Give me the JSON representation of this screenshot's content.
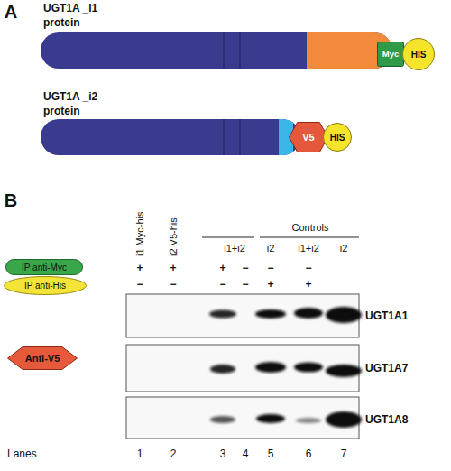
{
  "diagram": {
    "nodes": [
      {
        "text": [
          "UGT1A _i1 protein"
        ]
      },
      {
        "text": [
          "Myc"
        ]
      },
      {
        "text": [
          "HIS"
        ]
      },
      {
        "text": [
          "UGT1A _i2 protein"
        ]
      },
      {
        "text": [
          "V5"
        ]
      },
      {
        "text": [
          "HIS"
        ]
      },
      {
        "text": [
          "IP anti-Myc"
        ]
      },
      {
        "text": [
          "IP anti-His"
        ]
      },
      {
        "text": [
          "Anti-V5"
        ]
      }
    ],
    "labels": [
      "A",
      "B",
      "i1 Myc-his",
      "i2 V5-his",
      "Controls",
      "i1+i2",
      "i2",
      "i1+i2",
      "i2",
      "+",
      "+",
      "+",
      "−",
      "−",
      "−",
      "−",
      "−",
      "−",
      "−",
      "+",
      "+",
      "UGT1A1",
      "UGT1A7",
      "UGT1A8",
      "Lanes",
      "1",
      "2",
      "3",
      "4",
      "5",
      "6",
      "7"
    ]
  }
}
